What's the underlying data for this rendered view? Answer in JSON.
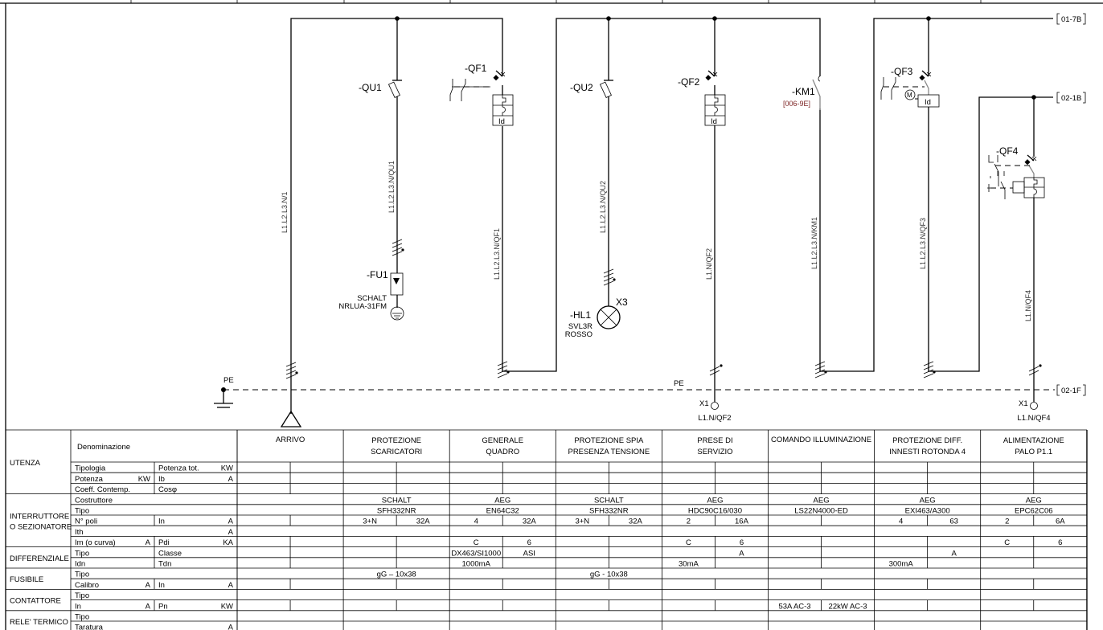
{
  "schematic": {
    "pe_label": "PE",
    "pe_line_label": "PE",
    "refs": {
      "top": "01-7B",
      "mid": "02-1B",
      "pe": "02-1F"
    },
    "wires": {
      "arrivo": "L1.L2.L3.N/1",
      "qu1": "L1.L2.L3.N/QU1",
      "qf1": "L1.L2.L3.N/QF1",
      "qu2": "L1.L2.L3.N/QU2",
      "qf2": "L1.N/QF2",
      "km1": "L1.L2.L3.N/KM1",
      "qf3": "L1.L2.L3.N/QF3",
      "qf4": "L1.N/QF4"
    },
    "devices": {
      "qu1": "-QU1",
      "qf1": "-QF1",
      "fu1": "-FU1",
      "fu1_make": "SCHALT",
      "fu1_model": "NRLUA-31FM",
      "qu2": "-QU2",
      "qf2": "-QF2",
      "hl1": "-HL1",
      "x3": "X3",
      "hl1_model": "SVL3R",
      "hl1_color": "ROSSO",
      "km1": "-KM1",
      "km1_ref": "[006-9E]",
      "qf3": "-QF3",
      "qf4": "-QF4",
      "id": "Id",
      "motor": "M"
    },
    "terminals": {
      "qf2_tag": "X1",
      "qf2_label": "L1.N/QF2",
      "qf4_tag": "X1",
      "qf4_label": "L1.N/QF4"
    }
  },
  "table": {
    "denominazione_label": "Denominazione",
    "groups": [
      {
        "label": "UTENZA",
        "rows": [
          0,
          2
        ],
        "header": true
      },
      {
        "label": "INTERRUTTORE|O SEZIONATORE",
        "rows": [
          3,
          7
        ]
      },
      {
        "label": "DIFFERENZIALE",
        "rows": [
          8,
          9
        ]
      },
      {
        "label": "FUSIBILE",
        "rows": [
          10,
          11
        ]
      },
      {
        "label": "CONTATTORE",
        "rows": [
          12,
          13
        ]
      },
      {
        "label": "RELE' TERMICO",
        "rows": [
          14,
          15
        ]
      }
    ],
    "row_labels": [
      {
        "a": "Tipologia",
        "au": "",
        "b": "Potenza tot.",
        "bu": "KW"
      },
      {
        "a": "Potenza",
        "au": "KW",
        "b": "Ib",
        "bu": "A"
      },
      {
        "a": "Coeff. Contemp.",
        "au": "",
        "b": "Cosφ",
        "bu": ""
      },
      {
        "a": "Costruttore",
        "au": ""
      },
      {
        "a": "Tipo",
        "au": ""
      },
      {
        "a": "N° poli",
        "au": "",
        "b": "In",
        "bu": "A"
      },
      {
        "a": "Ith",
        "au": "A"
      },
      {
        "a": "Im (o curva)",
        "au": "A",
        "b": "Pdi",
        "bu": "KA"
      },
      {
        "a": "Tipo",
        "au": "",
        "b": "Classe",
        "bu": ""
      },
      {
        "a": "Idn",
        "au": "",
        "b": "Tdn",
        "bu": ""
      },
      {
        "a": "Tipo",
        "au": ""
      },
      {
        "a": "Calibro",
        "au": "A",
        "b": "In",
        "bu": "A"
      },
      {
        "a": "Tipo",
        "au": ""
      },
      {
        "a": "In",
        "au": "A",
        "b": "Pn",
        "bu": "KW"
      },
      {
        "a": "Tipo",
        "au": ""
      },
      {
        "a": "Taratura",
        "au": "A"
      }
    ],
    "split_rows": [
      0,
      1,
      2,
      5,
      7,
      8,
      9,
      11,
      13
    ],
    "columns": [
      {
        "title": "ARRIVO",
        "values": {}
      },
      {
        "title": "PROTEZIONE|SCARICATORI",
        "values": {
          "3": "SCHALT",
          "4": "SFH332NR",
          "5": [
            "3+N",
            "32A"
          ],
          "10": "gG – 10x38"
        }
      },
      {
        "title": "GENERALE|QUADRO",
        "values": {
          "3": "AEG",
          "4": "EN64C32",
          "5": [
            "4",
            "32A"
          ],
          "7": [
            "C",
            "6"
          ],
          "8": [
            "DX463/SI1000",
            "ASI"
          ],
          "9": [
            "1000mA",
            ""
          ]
        }
      },
      {
        "title": "PROTEZIONE SPIA|PRESENZA TENSIONE",
        "values": {
          "3": "SCHALT",
          "4": "SFH332NR",
          "5": [
            "3+N",
            "32A"
          ],
          "10": "gG - 10x38"
        }
      },
      {
        "title": "PRESE DI|SERVIZIO",
        "values": {
          "3": "AEG",
          "4": "HDC90C16/030",
          "5": [
            "2",
            "16A"
          ],
          "7": [
            "C",
            "6"
          ],
          "8": [
            "",
            "A"
          ],
          "9": [
            "30mA",
            ""
          ]
        }
      },
      {
        "title": "COMANDO ILLUMINAZIONE",
        "values": {
          "3": "AEG",
          "4": "LS22N4000-ED",
          "13": [
            "53A AC-3",
            "22kW AC-3"
          ]
        }
      },
      {
        "title": "PROTEZIONE DIFF.|INNESTI ROTONDA 4",
        "values": {
          "3": "AEG",
          "4": "EXI463/A300",
          "5": [
            "4",
            "63"
          ],
          "8": [
            "",
            "A"
          ],
          "9": [
            "300mA",
            ""
          ]
        }
      },
      {
        "title": "ALIMENTAZIONE|PALO P1.1",
        "values": {
          "3": "AEG",
          "4": "EPC62C06",
          "5": [
            "2",
            "6A"
          ],
          "7": [
            "C",
            "6"
          ]
        }
      }
    ]
  }
}
